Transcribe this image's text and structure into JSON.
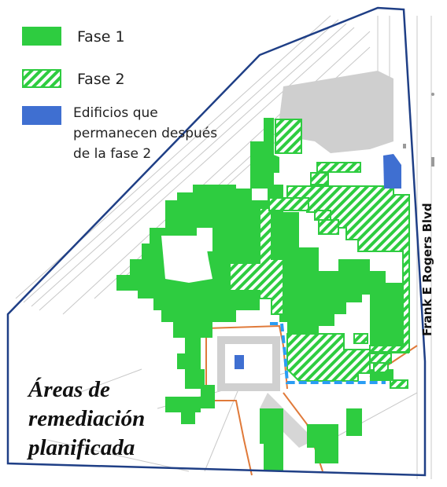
{
  "legend": {
    "phase1_label": "Fase 1",
    "phase2_label": "Fase 2",
    "buildings_label_line1": "Edificios que",
    "buildings_label_line2": "permanecen después",
    "buildings_label_line3": "de la fase 2"
  },
  "title": {
    "line1": "Áreas de",
    "line2": "remediación",
    "line3": "planificada"
  },
  "street": {
    "name": "Frank E Rogers Blvd"
  },
  "colors": {
    "phase1": "#2ecc40",
    "phase2_hatch": "#2ecc40",
    "buildings": "#3f6fd1",
    "site_boundary": "#1f3f86",
    "paved_area": "#cfcfcf",
    "dashed_line": "#2a9df4"
  }
}
